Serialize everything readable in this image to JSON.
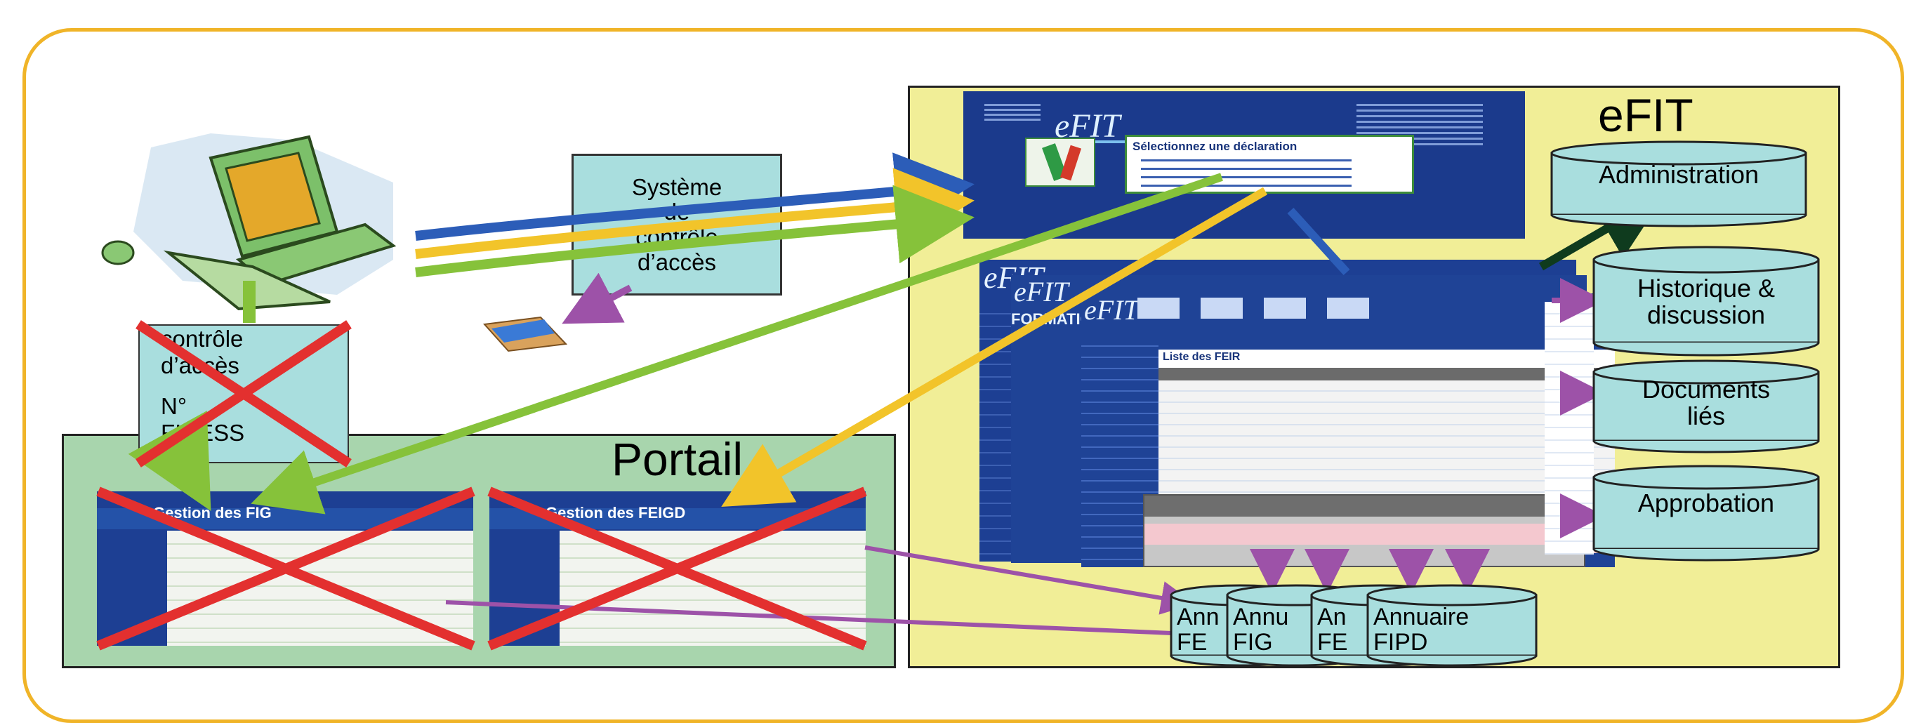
{
  "colors": {
    "frame": "#f0b428",
    "efit_panel": "#f1ee97",
    "portail_panel": "#a8d5ad",
    "box_fill": "#a9dede",
    "arrow_blue": "#2c5db8",
    "arrow_yellow": "#f2c42a",
    "arrow_green": "#86c23a",
    "arrow_purple": "#9d52a8",
    "arrow_darkgreen": "#0f3b1e",
    "cross_red": "#e3302f"
  },
  "efit": {
    "title": "eFIT"
  },
  "portail": {
    "title": "Portail"
  },
  "access_system": {
    "line1": "Système",
    "line2": "de",
    "line3": "contrôle",
    "line4": "d’accès"
  },
  "finess_box": {
    "line1": "contrôle",
    "line2": "d’accès",
    "line3": "N°",
    "line4": "FINESS"
  },
  "databases": {
    "administration": "Administration",
    "historique_line1": "Historique &",
    "historique_line2": "discussion",
    "documents_line1": "Documents",
    "documents_line2": "liés",
    "approbation": "Approbation"
  },
  "annuaires": [
    {
      "line1": "Ann",
      "line2": "FE"
    },
    {
      "line1": "Annu",
      "line2": "FIG"
    },
    {
      "line1": "An",
      "line2": "FE"
    },
    {
      "line1": "Annuaire",
      "line2": "FIPD"
    }
  ],
  "screens": {
    "efit_logo": "eFIT",
    "selection_title": "Sélectionnez une déclaration",
    "list_title": "Liste des FEIR",
    "formation_label": "FORMATION",
    "portail_left_title": "Gestion des FIG",
    "portail_right_title": "Gestion des FEIGD"
  },
  "icons": [
    "computer-icon",
    "card-reader-icon"
  ]
}
